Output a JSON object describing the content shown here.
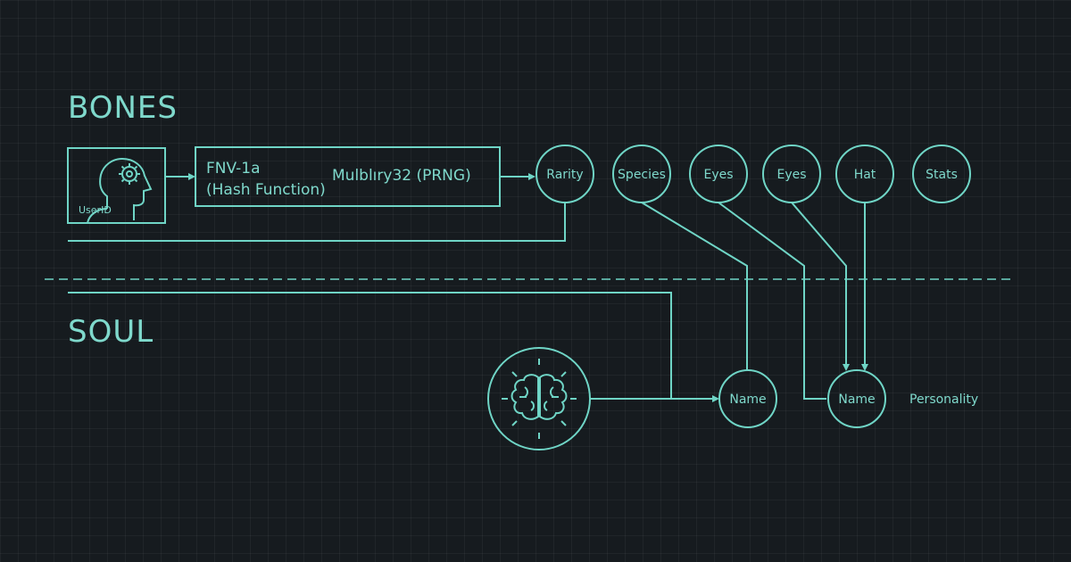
{
  "sections": {
    "bones_title": "BONES",
    "soul_title": "SOUL"
  },
  "user": {
    "label": "UserID",
    "icon": "user-gear-icon"
  },
  "hash_box": {
    "line1": "FNV-1a",
    "line2": "(Hash Function)",
    "prng": "Mulblıry32 (PRNG)"
  },
  "bones_nodes": [
    {
      "label": "Rarity"
    },
    {
      "label": "Species"
    },
    {
      "label": "Eyes"
    },
    {
      "label": "Eyes"
    },
    {
      "label": "Hat"
    },
    {
      "label": "Stats"
    }
  ],
  "soul_nodes": [
    {
      "label": "Name"
    },
    {
      "label": "Name"
    }
  ],
  "personality_label": "Personality",
  "brain": {
    "icon": "brain-icon"
  },
  "colors": {
    "accent": "#6fd5c6",
    "background": "#161b1f"
  }
}
